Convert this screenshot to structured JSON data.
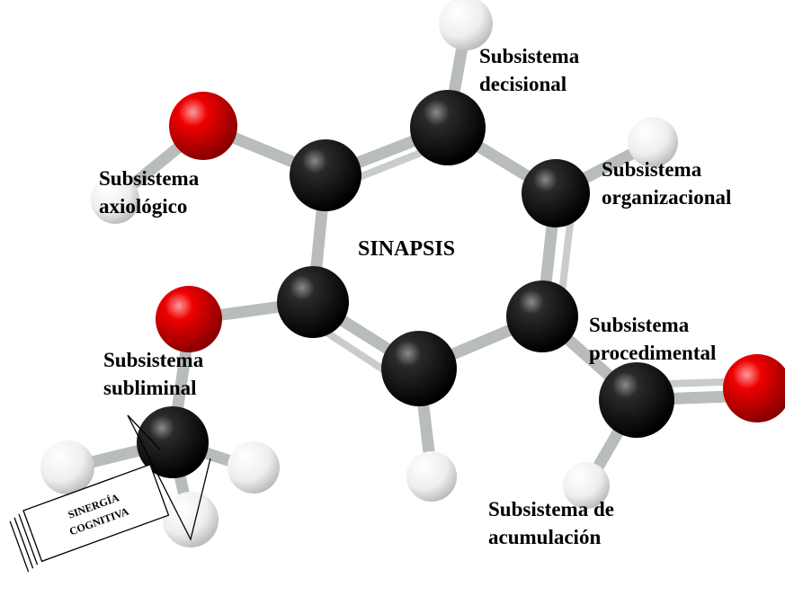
{
  "colors": {
    "carbon": "#111111",
    "oxygen": "#e00000",
    "hydrogen": "#f4f4f4",
    "bond": "#b9bcbc"
  },
  "center_label": "SINAPSIS",
  "labels": {
    "decisional": [
      "Subsistema",
      "decisional"
    ],
    "organizacional": [
      "Subsistema",
      "organizacional"
    ],
    "axiologico": [
      "Subsistema",
      "axiológico"
    ],
    "procedimental": [
      "Subsistema",
      "procedimental"
    ],
    "subliminal": [
      "Subsistema",
      "subliminal"
    ],
    "acumulacion": [
      "Subsistema de",
      "acumulación"
    ]
  },
  "tag": [
    "SINERGÍA",
    "COGNITIVA"
  ]
}
